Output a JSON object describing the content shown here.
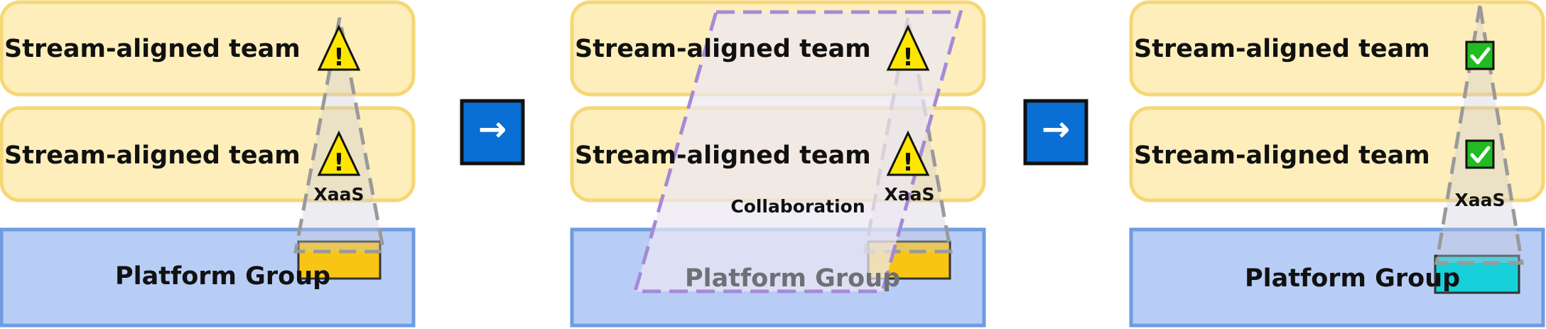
{
  "colors": {
    "team_fill": "#fdeebb",
    "team_stroke": "#f6d776",
    "platform_fill": "#b8cdf6",
    "platform_stroke": "#6f9be0",
    "warning_fill": "#ffe600",
    "check_fill": "#22bb22",
    "service_yellow": "#f9c515",
    "service_cyan": "#16d0da",
    "arrow_fill": "#0a6fd4",
    "collab_stroke": "#a58ad6"
  },
  "panels": [
    {
      "teams": [
        "Stream-aligned team",
        "Stream-aligned team"
      ],
      "platform": "Platform Group",
      "xaas_label": "XaaS",
      "status_icon": "warning-icon"
    },
    {
      "teams": [
        "Stream-aligned team",
        "Stream-aligned team"
      ],
      "platform": "Platform Group",
      "xaas_label": "XaaS",
      "collaboration_label": "Collaboration",
      "status_icon": "warning-icon"
    },
    {
      "teams": [
        "Stream-aligned team",
        "Stream-aligned team"
      ],
      "platform": "Platform Group",
      "xaas_label": "XaaS",
      "status_icon": "check-icon"
    }
  ],
  "arrows": [
    {
      "glyph": "→",
      "icon": "arrow-right-icon"
    },
    {
      "glyph": "→",
      "icon": "arrow-right-icon"
    }
  ]
}
